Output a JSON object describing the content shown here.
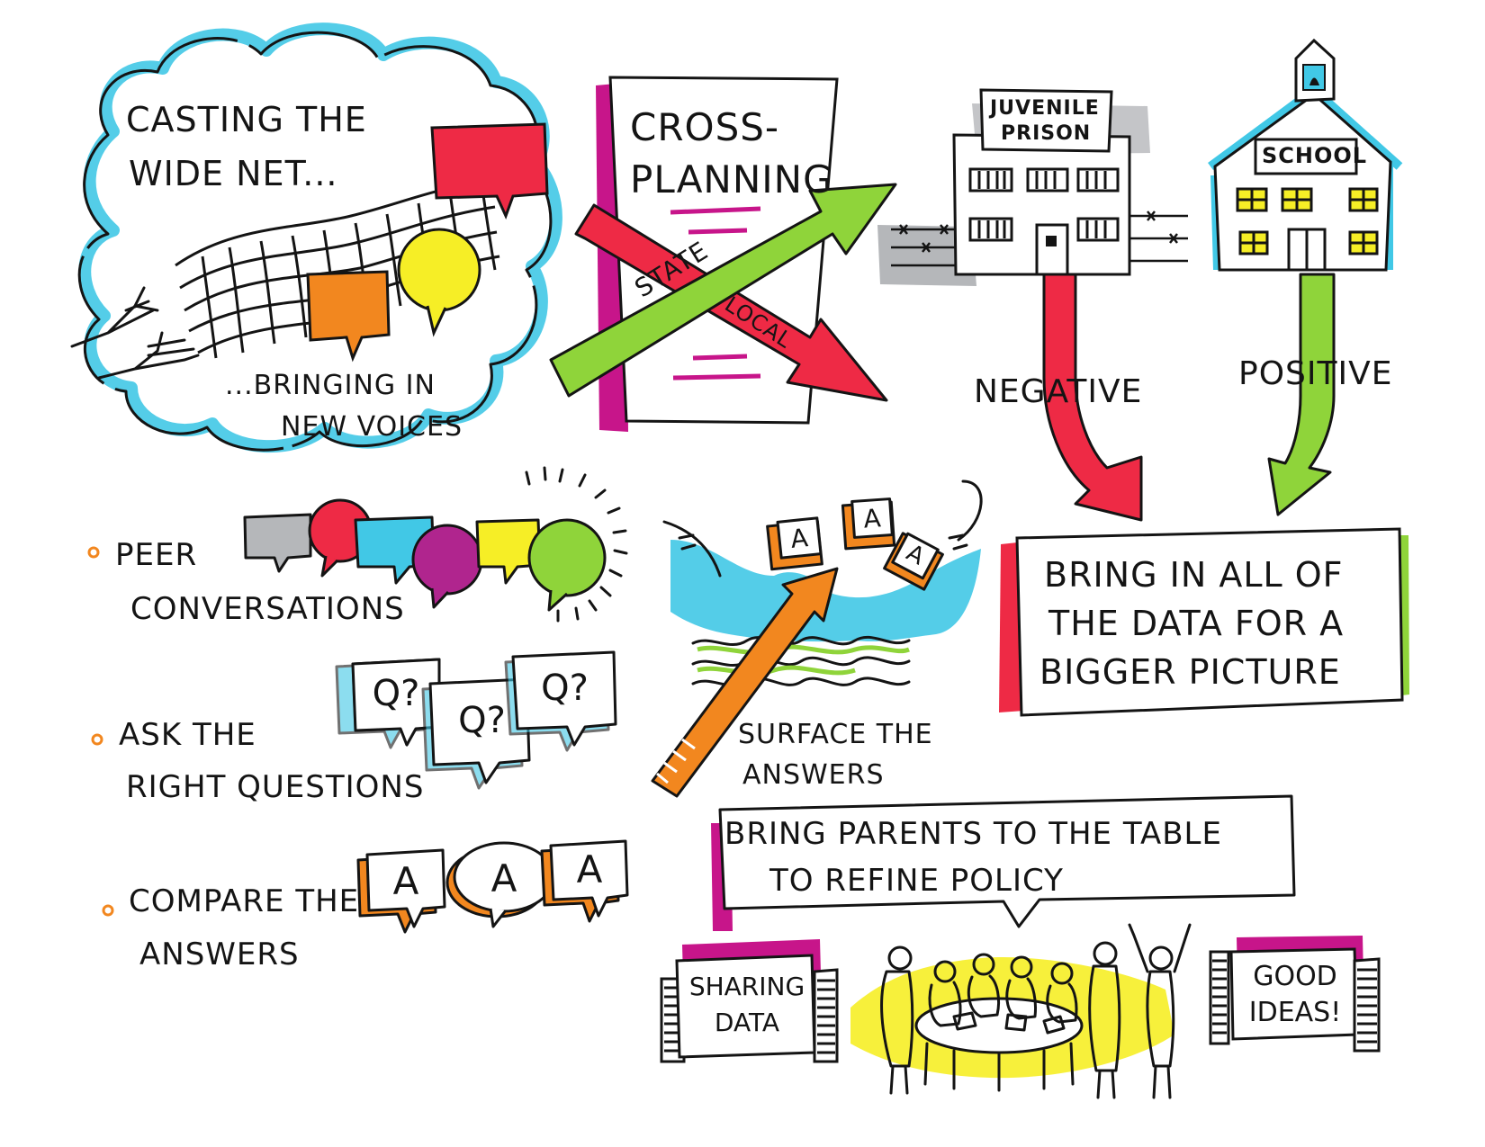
{
  "casting": {
    "title_line1": "Casting the",
    "title_line2": "Wide Net...",
    "sub_line1": "...Bringing in",
    "sub_line2": "New Voices"
  },
  "cross_planning": {
    "title_line1": "Cross-",
    "title_line2": "Planning",
    "arrow_up_label": "State",
    "arrow_down_label": "Local"
  },
  "buildings": {
    "prison_line1": "Juvenile",
    "prison_line2": "Prison",
    "school": "School",
    "negative": "Negative",
    "positive": "Positive"
  },
  "bigger_picture": {
    "line1": "Bring in all of",
    "line2": "the data for a",
    "line3": "bigger picture"
  },
  "bullets": {
    "peer_line1": "Peer",
    "peer_line2": "Conversations",
    "ask_line1": "Ask the",
    "ask_line2": "Right Questions",
    "compare_line1": "Compare the",
    "compare_line2": "Answers"
  },
  "bubbles": {
    "q": "Q?",
    "a": "A"
  },
  "surface": {
    "line1": "Surface the",
    "line2": "Answers"
  },
  "parents": {
    "line1": "Bring parents to the table",
    "line2": "to refine policy"
  },
  "banners": {
    "sharing_line1": "Sharing",
    "sharing_line2": "Data",
    "good_line1": "Good",
    "good_line2": "Ideas!"
  },
  "colors": {
    "cyan": "#41c8e6",
    "red": "#ee2a45",
    "green": "#8fd43a",
    "yellow": "#f6ee26",
    "orange": "#f2871f",
    "magenta": "#c7158a",
    "purple": "#b0258e",
    "gray": "#b5b7ba"
  }
}
